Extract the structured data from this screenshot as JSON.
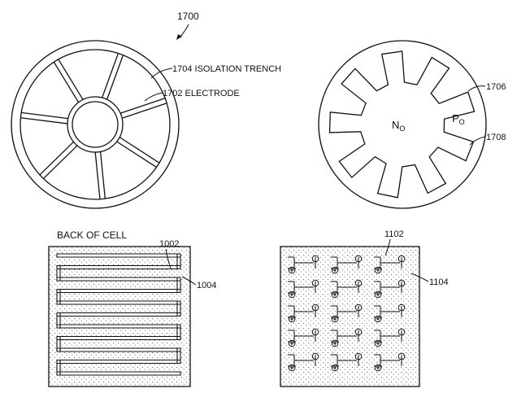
{
  "figure": {
    "number": "1700",
    "labels": {
      "isolation_trench": "1704 ISOLATION TRENCH",
      "electrode": "1702 ELECTRODE",
      "ref_1706": "1706",
      "ref_1708": "1708",
      "n_region": "N",
      "n_sub": "O",
      "p_region": "P",
      "p_sub": "O",
      "back_of_cell": "BACK OF CELL",
      "ref_1002": "1002",
      "ref_1004": "1004",
      "ref_1102": "1102",
      "ref_1104": "1104"
    }
  }
}
